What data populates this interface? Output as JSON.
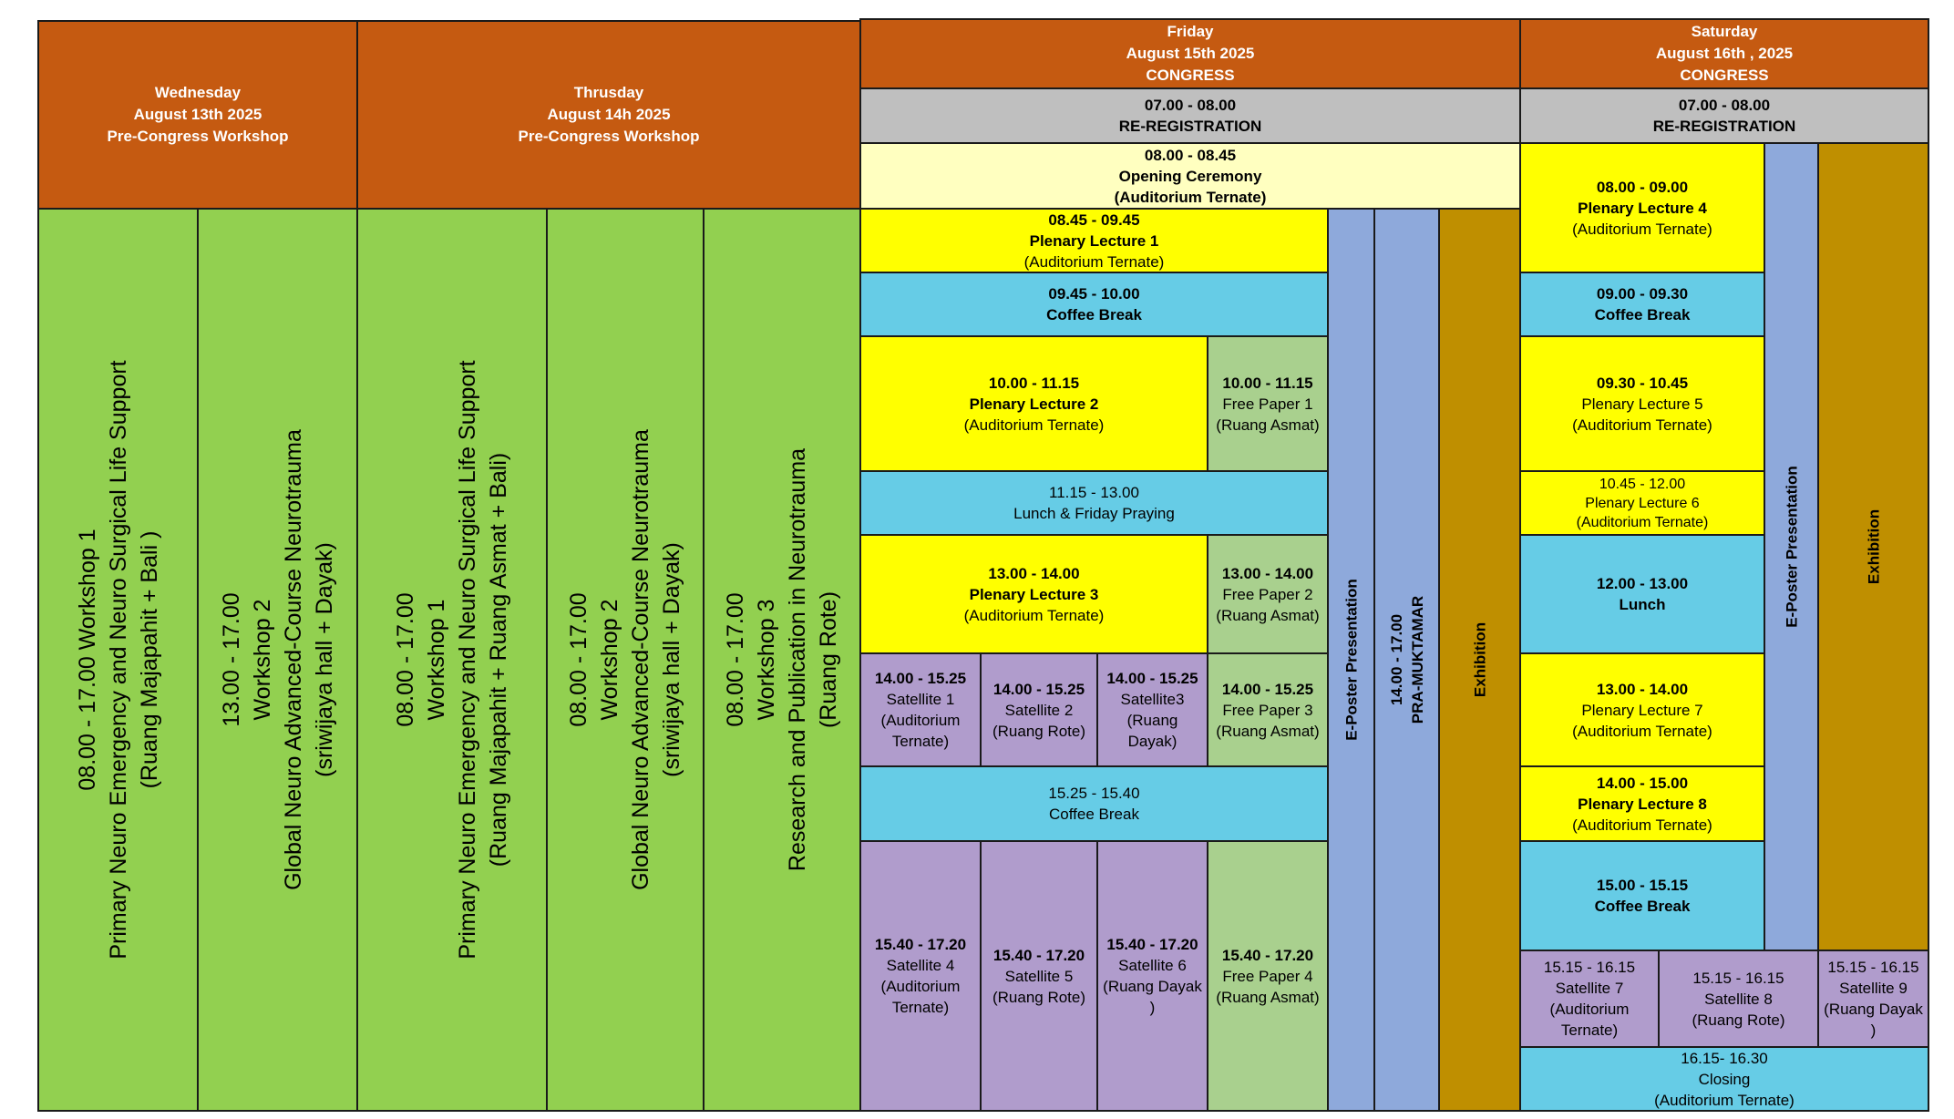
{
  "headers": {
    "wednesday": [
      "Wednesday",
      "August 13th 2025",
      "Pre-Congress Workshop"
    ],
    "thursday": [
      "Thrusday",
      "August 14h 2025",
      "Pre-Congress Workshop"
    ],
    "friday": [
      "Friday",
      "August 15th  2025",
      "CONGRESS"
    ],
    "saturday": [
      "Saturday",
      "August 16th , 2025",
      "CONGRESS"
    ]
  },
  "wednesday": {
    "workshop1": [
      "08.00 - 17.00 Workshop 1",
      "Primary Neuro Emergency and Neuro Surgical Life Support",
      "(Ruang Majapahit + Bali )"
    ],
    "workshop2": [
      "13.00 - 17.00",
      "Workshop 2",
      "Global Neuro Advanced-Course Neurotrauma",
      "(sriwijaya hall + Dayak)"
    ]
  },
  "thursday": {
    "workshop1": [
      "08.00 - 17.00",
      "Workshop 1",
      "Primary Neuro Emergency and Neuro Surgical Life Support",
      "(Ruang Majapahit + Ruang Asmat + Bali)"
    ],
    "workshop2": [
      "08.00 - 17.00",
      "Workshop 2",
      "Global Neuro Advanced-Course Neurotrauma",
      "(sriwijaya hall + Dayak)"
    ],
    "workshop3": [
      "08.00 - 17.00",
      "Workshop 3",
      "Research and Publication in Neurotrauma",
      "(Ruang Rote)"
    ]
  },
  "friday": {
    "reregistration": [
      "07.00 - 08.00",
      "RE-REGISTRATION"
    ],
    "opening": [
      "08.00 - 08.45",
      "Opening Ceremony",
      "(Auditorium Ternate)"
    ],
    "plenary1": [
      "08.45 - 09.45",
      "Plenary Lecture 1",
      "(Auditorium Ternate)"
    ],
    "coffee1": [
      "09.45 - 10.00",
      "Coffee Break"
    ],
    "plenary2": [
      "10.00 - 11.15",
      "Plenary Lecture 2",
      "(Auditorium Ternate)"
    ],
    "freepaper1": [
      "10.00 - 11.15",
      "Free Paper 1",
      "(Ruang Asmat)"
    ],
    "lunch": [
      "11.15 - 13.00",
      "Lunch & Friday Praying"
    ],
    "plenary3": [
      "13.00 - 14.00",
      "Plenary Lecture 3",
      "(Auditorium Ternate)"
    ],
    "freepaper2": [
      "13.00 - 14.00",
      "Free Paper 2",
      "(Ruang Asmat)"
    ],
    "satellite1": [
      "14.00 - 15.25",
      "Satellite 1",
      "(Auditorium",
      "Ternate)"
    ],
    "satellite2": [
      "14.00 - 15.25",
      "Satellite 2",
      "(Ruang Rote)"
    ],
    "satellite3": [
      "14.00 - 15.25",
      "Satellite3",
      "(Ruang",
      "Dayak)"
    ],
    "freepaper3": [
      "14.00 - 15.25",
      "Free Paper 3",
      "(Ruang Asmat)"
    ],
    "coffee2": [
      "15.25 - 15.40",
      "Coffee Break"
    ],
    "satellite4": [
      "15.40 - 17.20",
      "Satellite 4",
      "(Auditorium",
      "Ternate)"
    ],
    "satellite5": [
      "15.40 - 17.20",
      "Satellite 5",
      "(Ruang Rote)"
    ],
    "satellite6": [
      "15.40 - 17.20",
      "Satellite 6",
      "(Ruang Dayak",
      ")"
    ],
    "freepaper4": [
      "15.40 - 17.20",
      "Free Paper 4",
      "(Ruang Asmat)"
    ],
    "eposter": "E-Poster Presentation",
    "pramuktamar": [
      "14.00 - 17.00",
      "PRA-MUKTAMAR"
    ],
    "exhibition": "Exhibition"
  },
  "saturday": {
    "reregistration": [
      "07.00 - 08.00",
      "RE-REGISTRATION"
    ],
    "plenary4": [
      "08.00 - 09.00",
      "Plenary Lecture 4",
      "(Auditorium Ternate)"
    ],
    "coffee1": [
      "09.00 - 09.30",
      "Coffee Break"
    ],
    "plenary5": [
      "09.30 - 10.45",
      "Plenary Lecture 5",
      "(Auditorium Ternate)"
    ],
    "plenary6": [
      "10.45 - 12.00",
      "Plenary Lecture 6",
      "(Auditorium Ternate)"
    ],
    "lunch": [
      "12.00 - 13.00",
      "Lunch"
    ],
    "plenary7": [
      "13.00 - 14.00",
      "Plenary Lecture 7",
      "(Auditorium Ternate)"
    ],
    "plenary8": [
      "14.00 - 15.00",
      "Plenary Lecture 8",
      "(Auditorium Ternate)"
    ],
    "coffee2": [
      "15.00 - 15.15",
      "Coffee Break"
    ],
    "satellite7": [
      "15.15 - 16.15",
      "Satellite 7",
      "(Auditorium",
      "Ternate)"
    ],
    "satellite8": [
      "15.15 - 16.15",
      "Satellite 8",
      "(Ruang Rote)"
    ],
    "satellite9": [
      "15.15 - 16.15",
      "Satellite 9",
      "(Ruang Dayak",
      ")"
    ],
    "closing": [
      "16.15- 16.30",
      "Closing",
      "(Auditorium Ternate)"
    ],
    "eposter": "E-Poster Presentation",
    "exhibition": "Exhibition"
  },
  "colors": {
    "header": "#c55a11",
    "workshop": "#92d050",
    "registration": "#bfbfbf",
    "opening": "#ffffc0",
    "plenary": "#ffff00",
    "break": "#66cce6",
    "satellite": "#b09ccc",
    "free_paper": "#a9d08e",
    "eposter": "#8ea9db",
    "exhibition": "#bf8f00"
  }
}
